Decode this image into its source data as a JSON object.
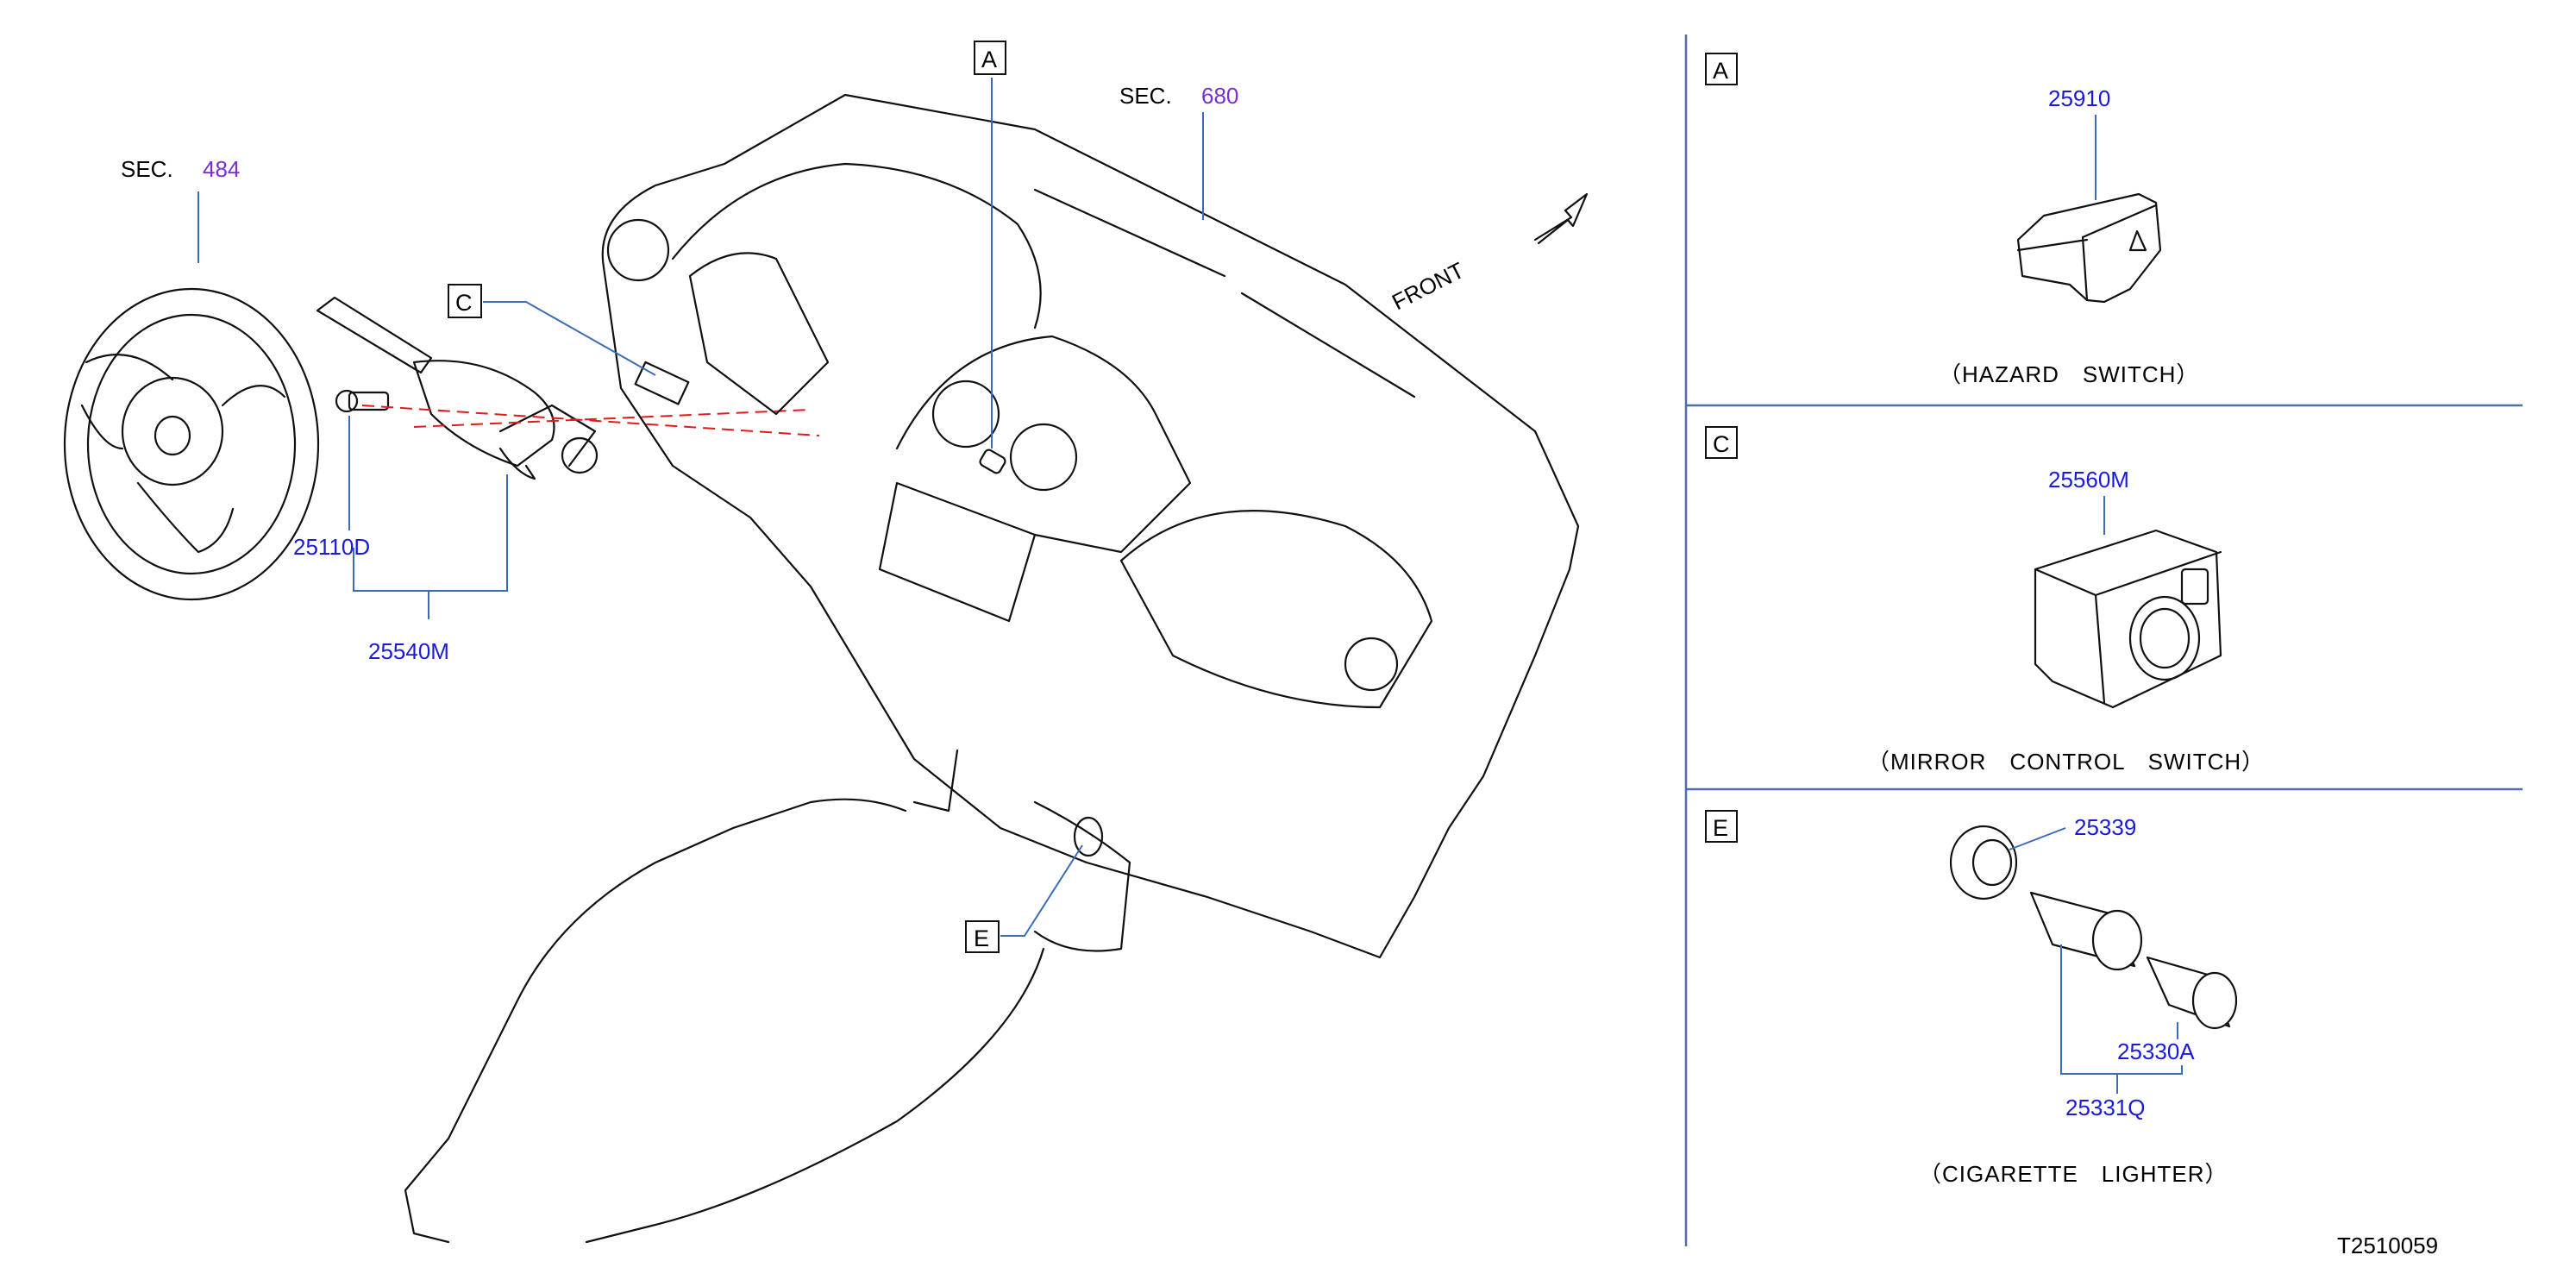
{
  "diagram": {
    "drawing_number": "T2510059",
    "front_label": "FRONT",
    "section_refs": [
      {
        "prefix": "SEC.",
        "number": "484"
      },
      {
        "prefix": "SEC.",
        "number": "680"
      }
    ],
    "callouts": [
      "A",
      "C",
      "E"
    ],
    "main_parts": [
      "25110D",
      "25540M"
    ],
    "panels": [
      {
        "letter": "A",
        "parts": [
          "25910"
        ],
        "caption": "（HAZARD　SWITCH）"
      },
      {
        "letter": "C",
        "parts": [
          "25560M"
        ],
        "caption": "（MIRROR　CONTROL　SWITCH）"
      },
      {
        "letter": "E",
        "parts": [
          "25339",
          "25330A",
          "25331Q"
        ],
        "caption": "（CIGARETTE　LIGHTER）"
      }
    ]
  }
}
